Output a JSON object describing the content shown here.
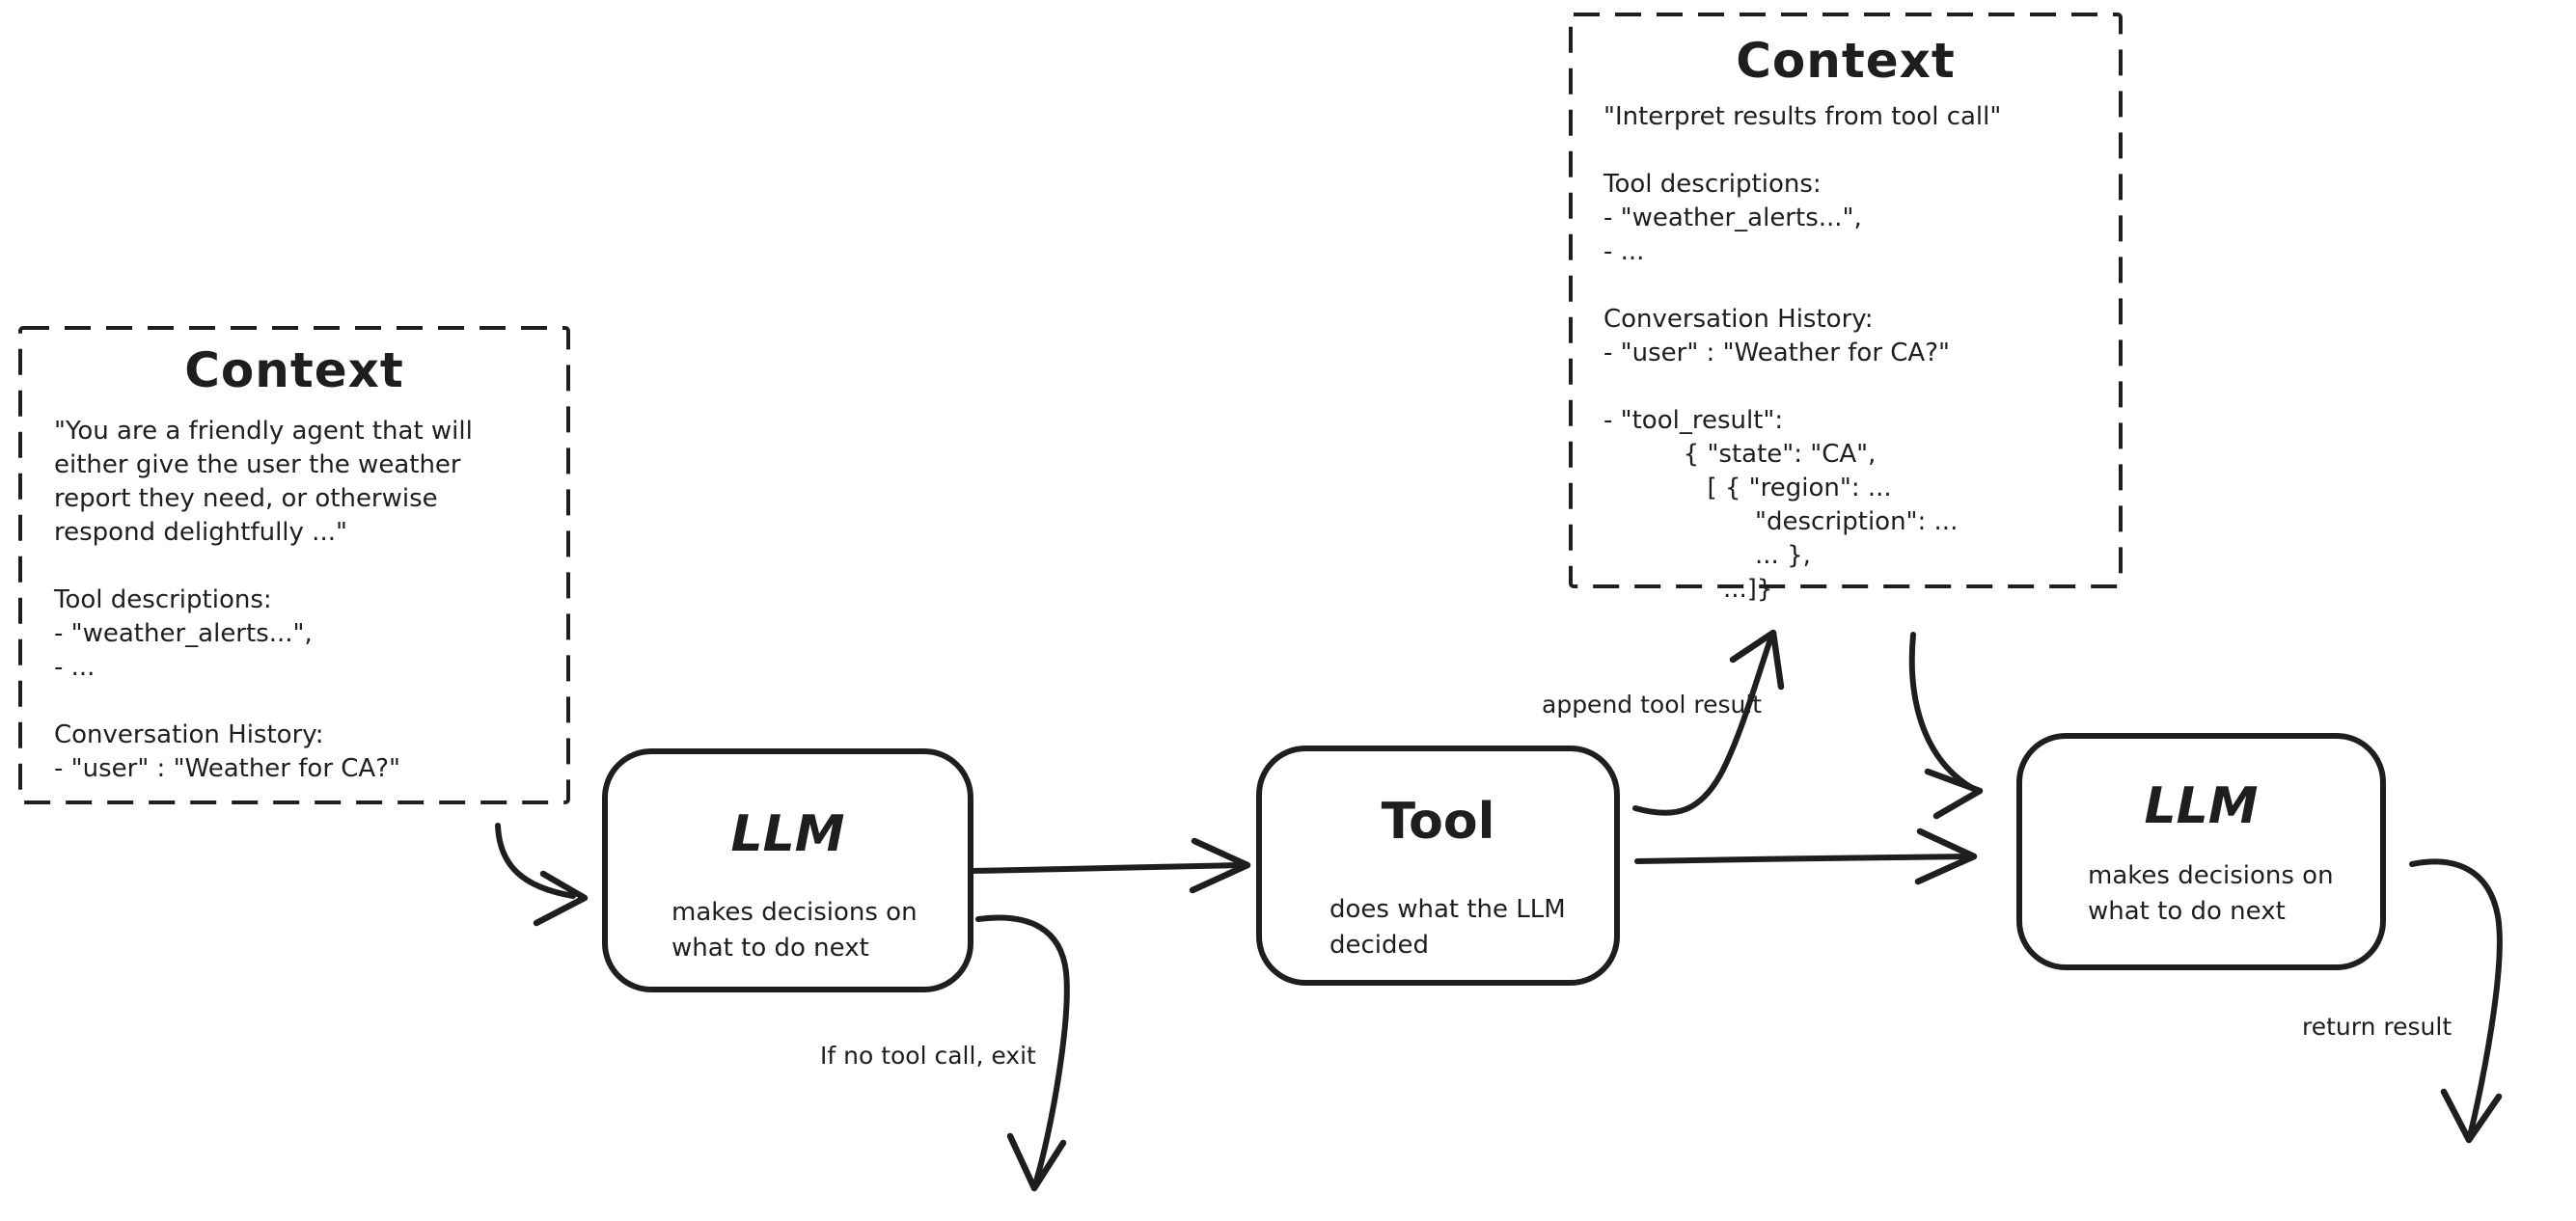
{
  "diagram": {
    "context_box_1": {
      "title": "Context",
      "lines": [
        "\"You are a friendly agent that will",
        "either give the user the weather",
        "report they need, or otherwise",
        "respond delightfully ...\"",
        "",
        "Tool descriptions:",
        "- \"weather_alerts...\",",
        "- ...",
        "",
        "Conversation History:",
        "- \"user\" : \"Weather for CA?\""
      ]
    },
    "context_box_2": {
      "title": "Context",
      "lines": [
        "\"Interpret results from tool call\"",
        "",
        "Tool descriptions:",
        "- \"weather_alerts...\",",
        "- ...",
        "",
        "Conversation History:",
        "- \"user\" : \"Weather for CA?\"",
        "",
        "- \"tool_result\":",
        "          { \"state\": \"CA\",",
        "             [ { \"region\": ...",
        "                   \"description\": ...",
        "                   ... },",
        "               ...]}"
      ]
    },
    "llm_node_1": {
      "title": "LLM",
      "subtitle": "makes decisions on\nwhat to do next"
    },
    "tool_node": {
      "title": "Tool",
      "subtitle": "does what the LLM\ndecided"
    },
    "llm_node_2": {
      "title": "LLM",
      "subtitle": "makes decisions on\nwhat to do next"
    },
    "edge_labels": {
      "append_tool_result": "append tool result",
      "if_no_tool_call_exit": "If no tool call, exit",
      "return_result": "return result"
    },
    "colors": {
      "ink": "#1e1e1e",
      "background": "#ffffff"
    }
  }
}
